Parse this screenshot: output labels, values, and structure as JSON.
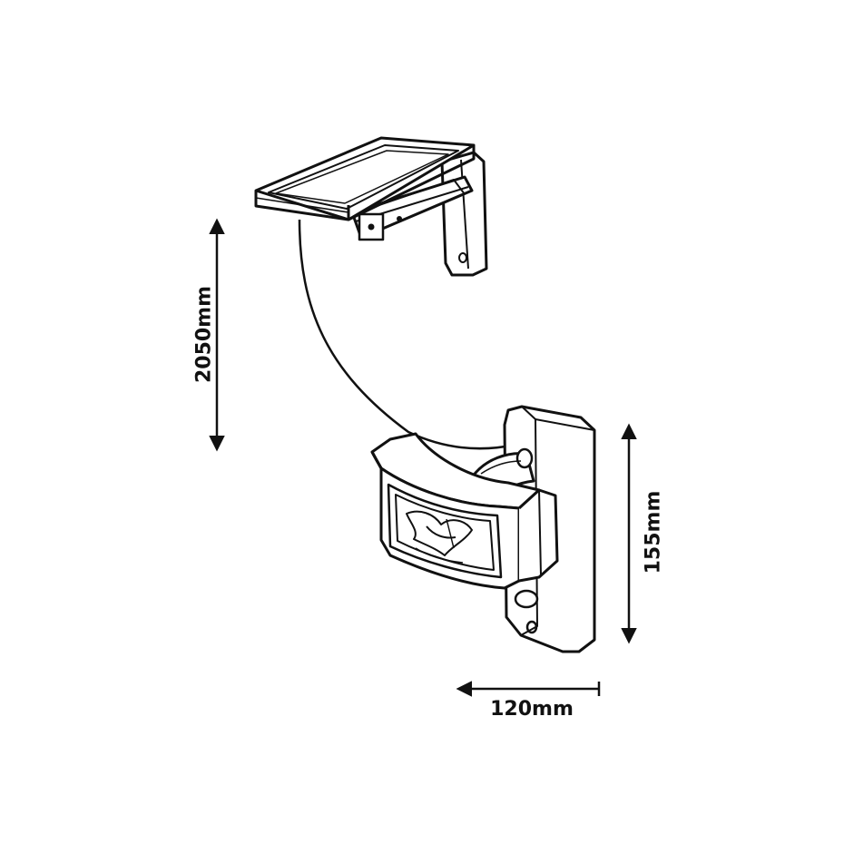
{
  "dimensions": {
    "cable_length": "2050mm",
    "lamp_height": "155mm",
    "lamp_width": "120mm"
  },
  "colors": {
    "line": "#111111",
    "background": "#ffffff"
  }
}
